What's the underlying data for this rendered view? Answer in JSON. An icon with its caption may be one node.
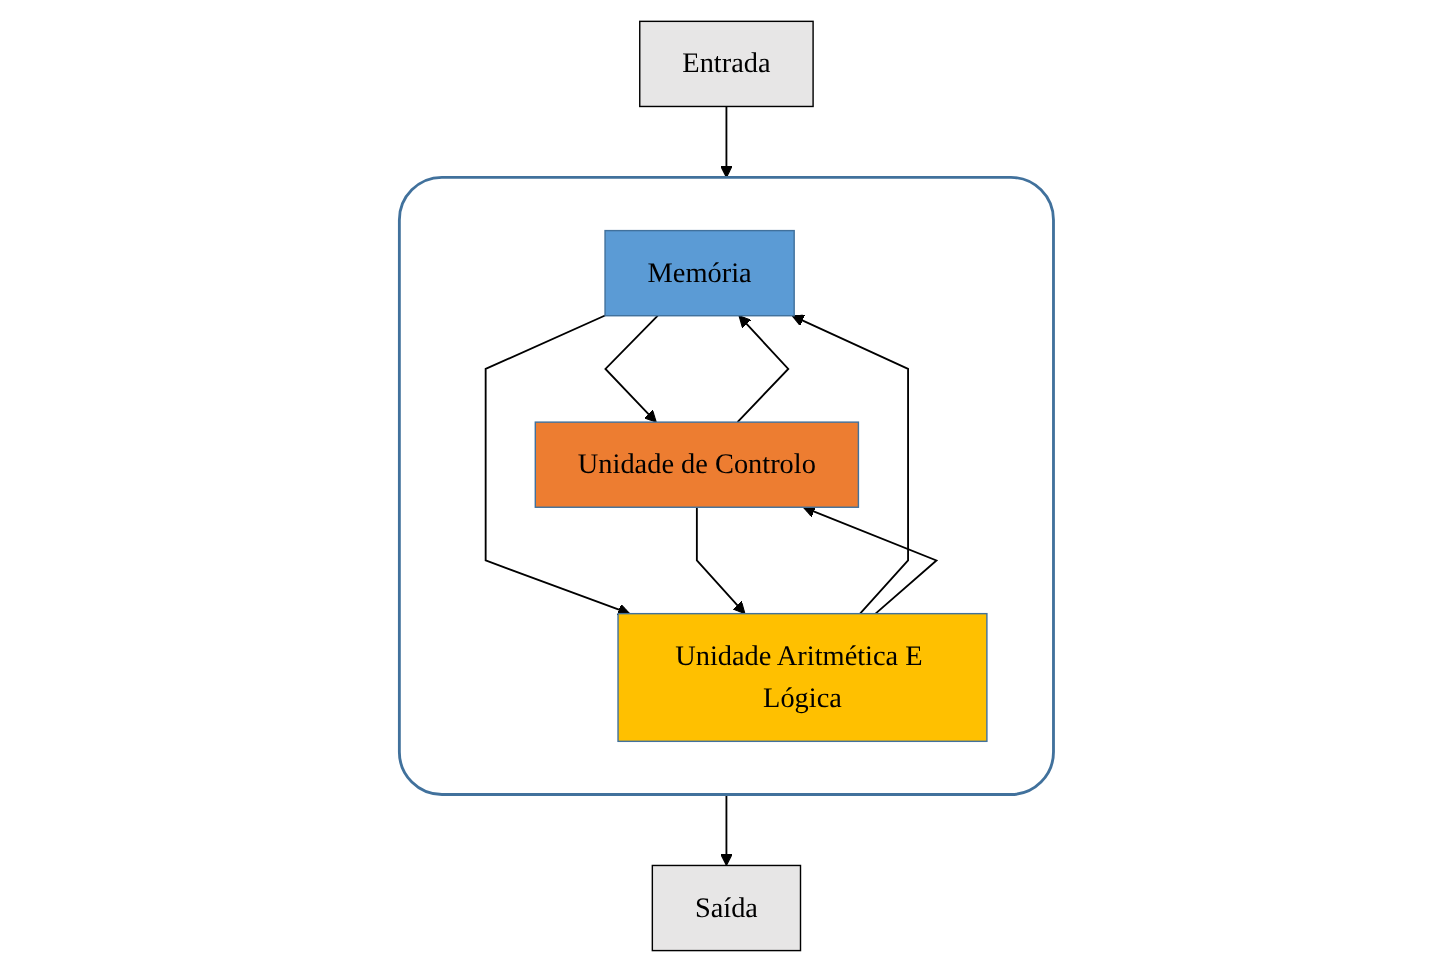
{
  "diagram": {
    "nodes": [
      {
        "text": [],
        "shape": "box"
      },
      {
        "text": [
          "Memória"
        ],
        "in": 0
      },
      {
        "text": [
          "Unidade de Controlo"
        ],
        "in": 0
      },
      {
        "text": [
          "Unidade Aritmética E Lógica"
        ],
        "in": 0
      },
      {
        "text": [
          "Entrada"
        ]
      },
      {
        "text": [
          "Saída"
        ]
      }
    ],
    "edges": [
      {
        "from": 1,
        "to": 2,
        "arrow": "to"
      },
      {
        "from": 2,
        "to": 1,
        "arrow": "to"
      },
      {
        "from": 1,
        "to": 3,
        "arrow": "to"
      },
      {
        "from": 3,
        "to": 1,
        "arrow": "to"
      },
      {
        "from": 2,
        "to": 3,
        "arrow": "to"
      },
      {
        "from": 3,
        "to": 2,
        "arrow": "to"
      },
      {
        "from": 4,
        "to": 0,
        "arrow": "to"
      },
      {
        "from": 0,
        "to": 5,
        "arrow": "to"
      }
    ]
  }
}
